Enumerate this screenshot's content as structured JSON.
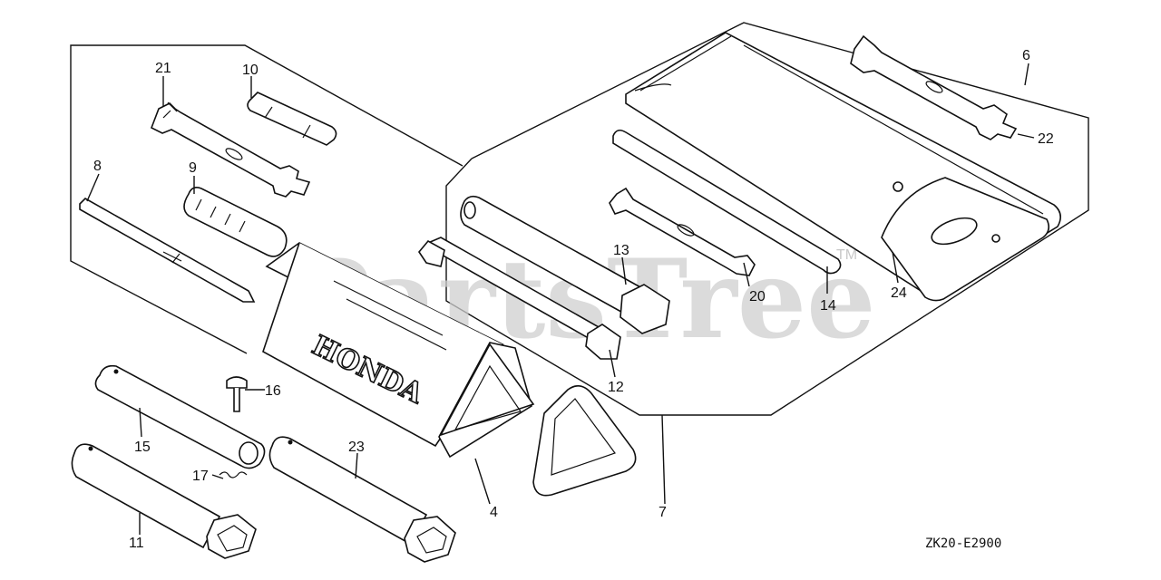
{
  "diagram": {
    "watermark": "PartsTree",
    "watermark_mark": "TM",
    "brand_text": "HONDA",
    "drawing_code": "ZK20-E2900",
    "callouts": [
      "21",
      "10",
      "8",
      "9",
      "6",
      "22",
      "13",
      "20",
      "14",
      "24",
      "16",
      "12",
      "15",
      "23",
      "17",
      "4",
      "7",
      "11"
    ]
  }
}
